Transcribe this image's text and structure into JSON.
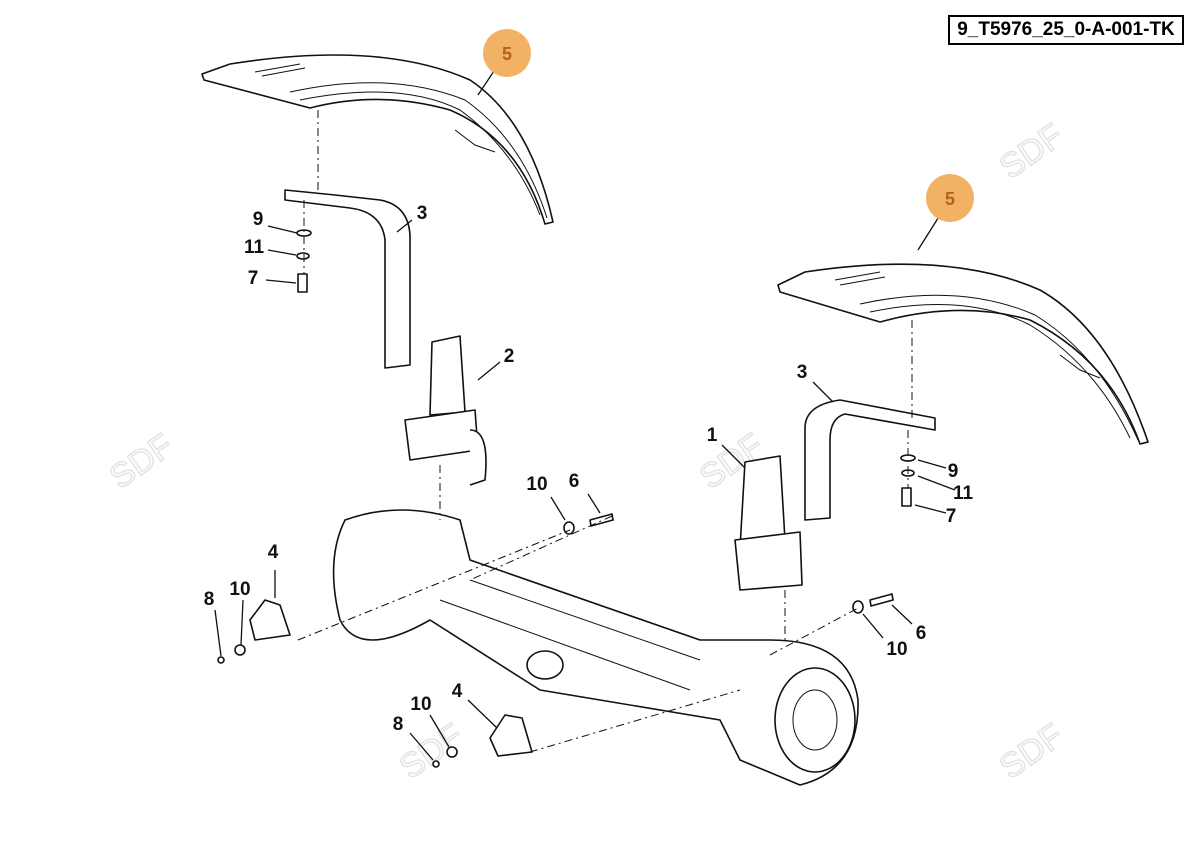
{
  "diagram_ref": "9_T5976_25_0-A-001-TK",
  "watermark": "SDF",
  "highlight_color": "#f2b266",
  "callouts": {
    "fender_left": "5",
    "fender_right": "5",
    "washer_left": "9",
    "spacer_left": "11",
    "bolt_left": "7",
    "bracket_left": "3",
    "support_left": "2",
    "bracket_right": "3",
    "support_right": "1",
    "washer_right": "9",
    "spacer_right": "11",
    "bolt_right": "7",
    "washer_mid": "10",
    "screw_mid": "6",
    "clamp_left": "4",
    "nut_left": "8",
    "washer_left_low": "10",
    "screw_right": "6",
    "washer_right_low": "10",
    "clamp_bottom": "4",
    "washer_bottom": "10",
    "nut_bottom": "8"
  }
}
